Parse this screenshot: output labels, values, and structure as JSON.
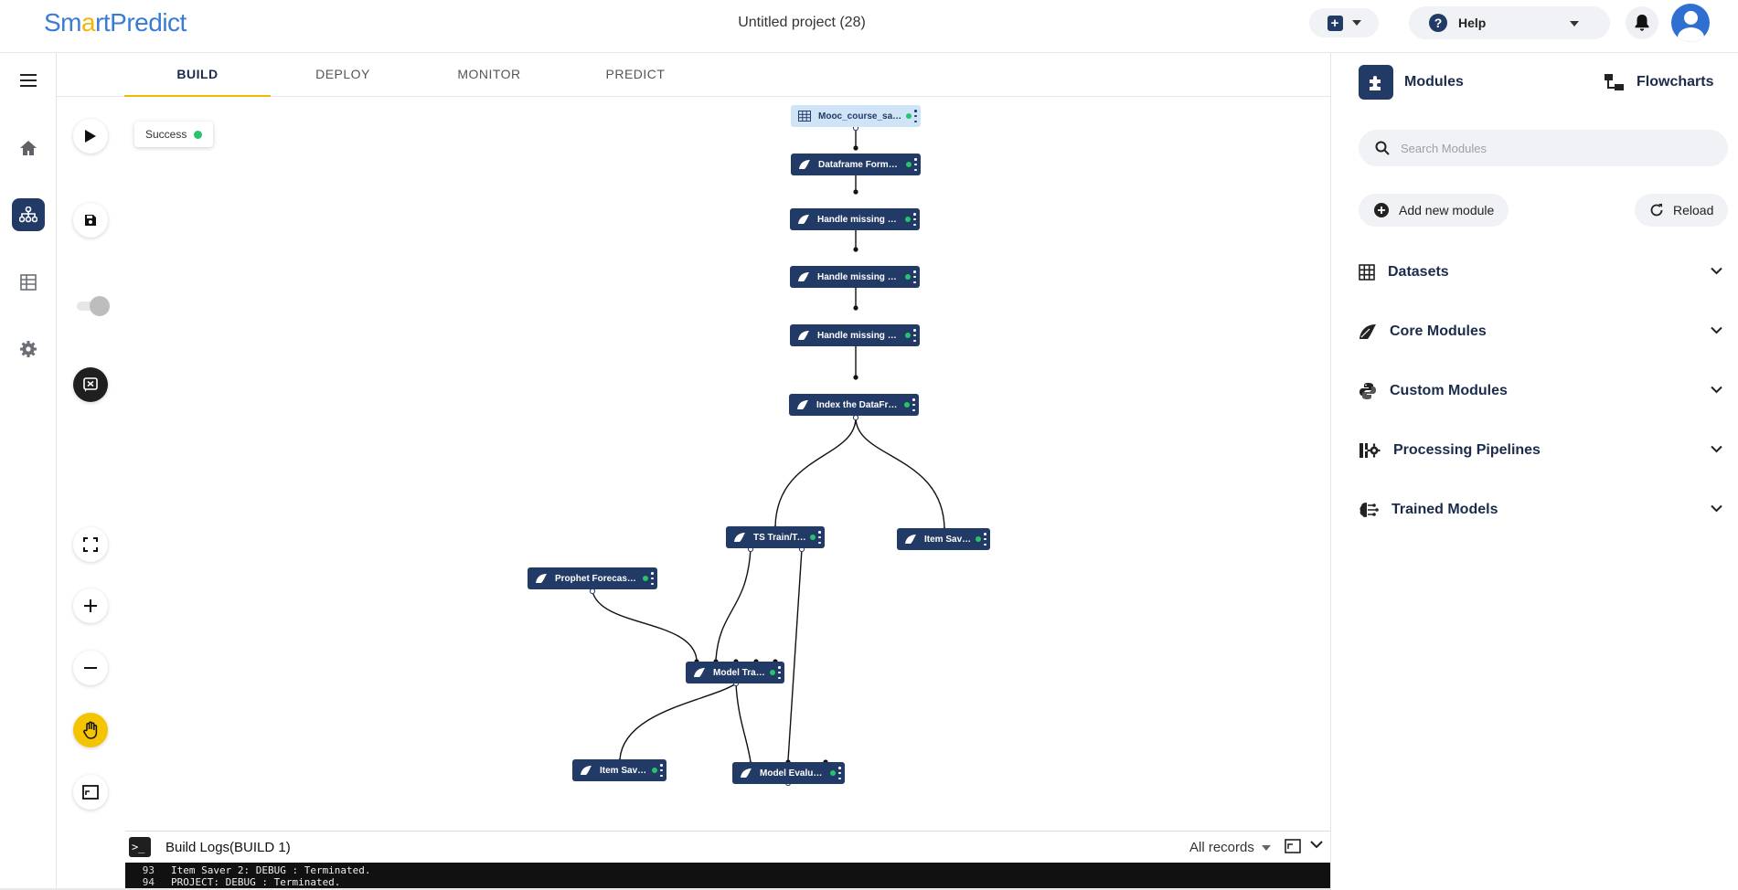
{
  "header": {
    "logo_part1": "Sm",
    "logo_part2": "a",
    "logo_part3": "rtPredict",
    "project_title": "Untitled project (28)",
    "help_label": "Help"
  },
  "tabs": [
    {
      "label": "BUILD",
      "active": true
    },
    {
      "label": "DEPLOY",
      "active": false
    },
    {
      "label": "MONITOR",
      "active": false
    },
    {
      "label": "PREDICT",
      "active": false
    }
  ],
  "canvas": {
    "status_label": "Success",
    "nodes": [
      {
        "label": "Mooc_course_sales..."
      },
      {
        "label": "Dataframe Formatt..."
      },
      {
        "label": "Handle missing va..."
      },
      {
        "label": "Handle missing va..."
      },
      {
        "label": "Handle missing va..."
      },
      {
        "label": "Index the DataFra..."
      },
      {
        "label": "TS Train/Test 1"
      },
      {
        "label": "Item Saver 1"
      },
      {
        "label": "Prophet Forecaster 1"
      },
      {
        "label": "Model Trainer 1"
      },
      {
        "label": "Item Saver 2"
      },
      {
        "label": "Model Evaluator 1"
      }
    ]
  },
  "logs": {
    "title": "Build Logs(BUILD 1)",
    "filter": "All records",
    "lines": [
      {
        "num": "93",
        "text": "Item Saver 2: DEBUG : Terminated."
      },
      {
        "num": "94",
        "text": "PROJECT: DEBUG : Terminated."
      }
    ]
  },
  "right_panel": {
    "tab_modules": "Modules",
    "tab_flowcharts": "Flowcharts",
    "search_placeholder": "Search Modules",
    "add_module_label": "Add new module",
    "reload_label": "Reload",
    "categories": [
      {
        "label": "Datasets",
        "icon": "table-icon"
      },
      {
        "label": "Core Modules",
        "icon": "core-module-icon"
      },
      {
        "label": "Custom Modules",
        "icon": "python-icon"
      },
      {
        "label": "Processing Pipelines",
        "icon": "pipeline-icon"
      },
      {
        "label": "Trained Models",
        "icon": "brain-icon"
      }
    ]
  },
  "colors": {
    "primary": "#223a66",
    "accent": "#f2b705",
    "success": "#27c46a"
  }
}
